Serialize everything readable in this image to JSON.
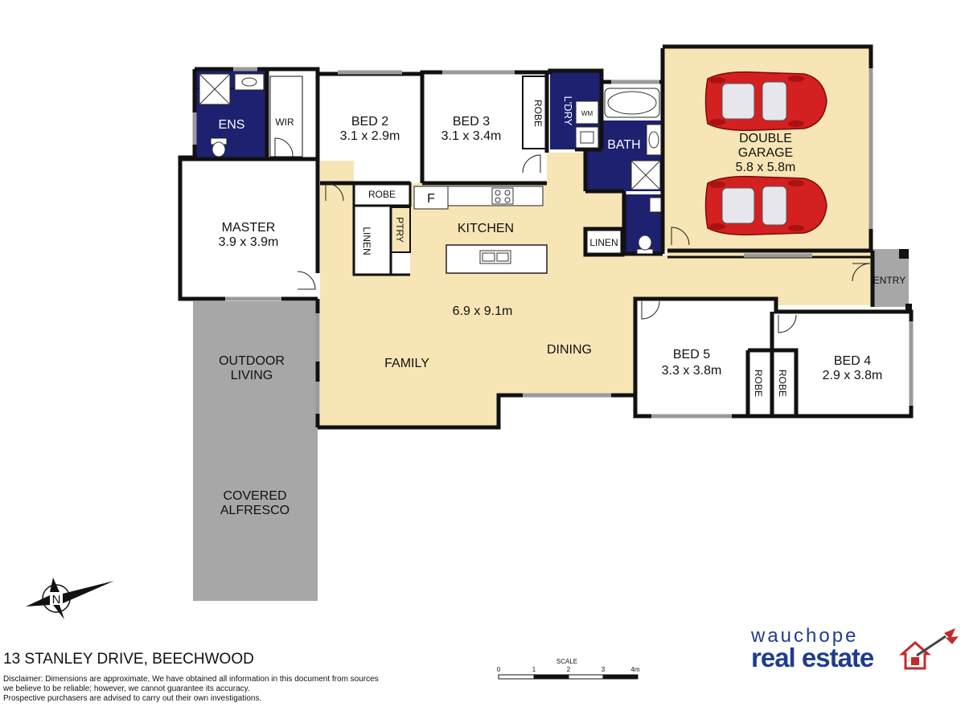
{
  "rooms": {
    "ens": "ENS",
    "wir": "WIR",
    "bed2_name": "BED 2",
    "bed2_size": "3.1 x 2.9m",
    "bed3_name": "BED 3",
    "bed3_size": "3.1 x 3.4m",
    "robe": "ROBE",
    "ldry": "L'DRY",
    "wm": "WM",
    "bath": "BATH",
    "garage_line1": "DOUBLE",
    "garage_line2": "GARAGE",
    "garage_size": "5.8 x 5.8m",
    "master_name": "MASTER",
    "master_size": "3.9 x 3.9m",
    "fridge": "F",
    "kitchen": "KITCHEN",
    "linen": "LINEN",
    "pantry": "PTRY",
    "entry": "ENTRY",
    "living_size": "6.9 x 9.1m",
    "family": "FAMILY",
    "dining": "DINING",
    "outdoor_line1": "OUTDOOR",
    "outdoor_line2": "LIVING",
    "bed5_name": "BED 5",
    "bed5_size": "3.3 x 3.8m",
    "bed4_name": "BED 4",
    "bed4_size": "2.9 x 3.8m",
    "alfresco_line1": "COVERED",
    "alfresco_line2": "ALFRESCO"
  },
  "compass_label": "N",
  "address": "13 STANLEY DRIVE, BEECHWOOD",
  "disclaimer": [
    "Disclaimer: Dimensions are approximate, We have obtained all information in this document from sources",
    "we believe to be reliable; however, we cannot guarantee its accuracy.",
    "Prospective purchasers are advised to carry out their own investigations."
  ],
  "scale": {
    "title": "SCALE",
    "ticks": [
      "0",
      "1",
      "2",
      "3",
      "4m"
    ]
  },
  "logo": {
    "line1": "wauchope",
    "line2": "real estate"
  },
  "colors": {
    "living_fill": "#f8e5b5",
    "wet_area_fill": "#1d2170",
    "outdoor_fill": "#a7a7a7",
    "car_fill": "#d42020",
    "brand": "#1f3d8c",
    "logo_accent": "#c52a2a"
  }
}
